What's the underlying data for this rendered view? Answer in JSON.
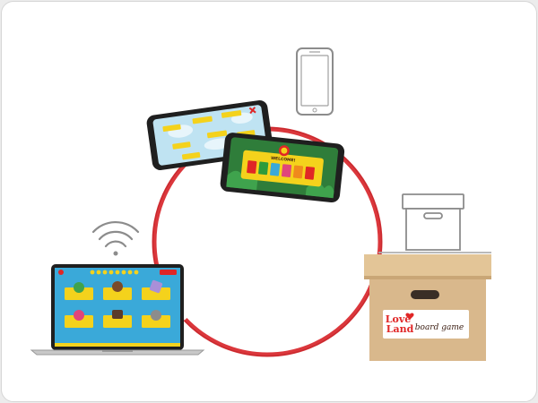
{
  "colors": {
    "ring": "#d8262b",
    "device_frame": "#2a2a2a",
    "box_cardboard": "#d9b88c",
    "box_shadow": "#c9a676",
    "laptop_screen_bg": "#3aa9d9",
    "game_panel": "#f4d21c",
    "game_green": "#2f7d3a",
    "brand_red": "#e02626",
    "brand_dark": "#3b1d11"
  },
  "icons": {
    "wifi": "wifi-icon",
    "phone_outline": "smartphone-outline-icon",
    "small_box": "storage-box-icon",
    "big_box": "board-game-box-icon"
  },
  "box_label": {
    "brand_top": "Love",
    "brand_bottom": "Land",
    "product": "board game"
  },
  "phone_game": {
    "welcome": "WELCOME!"
  }
}
